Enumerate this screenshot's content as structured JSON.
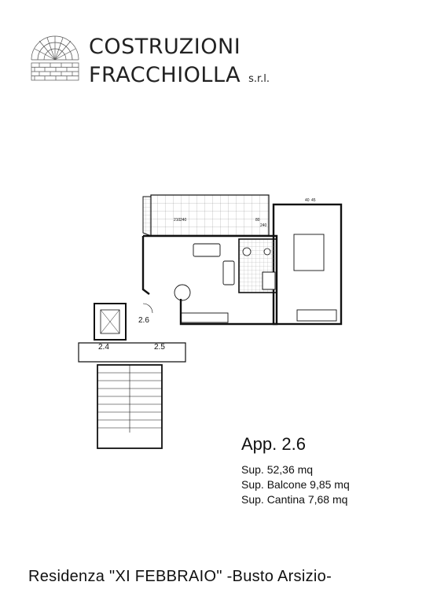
{
  "brand": {
    "line1": "COSTRUZIONI",
    "line2": "FRACCHIOLLA",
    "suffix": "s.r.l."
  },
  "plan": {
    "labels": [
      "2.6",
      "2.4",
      "2.5"
    ],
    "dims": [
      "210",
      "240",
      "80",
      "240",
      "40",
      "45"
    ]
  },
  "apartment": {
    "title": "App. 2.6",
    "area": "Sup. 52,36 mq",
    "balcony": "Sup. Balcone 9,85 mq",
    "cellar": "Sup. Cantina 7,68 mq"
  },
  "footer": "Residenza \"XI FEBBRAIO\" -Busto Arsizio-"
}
